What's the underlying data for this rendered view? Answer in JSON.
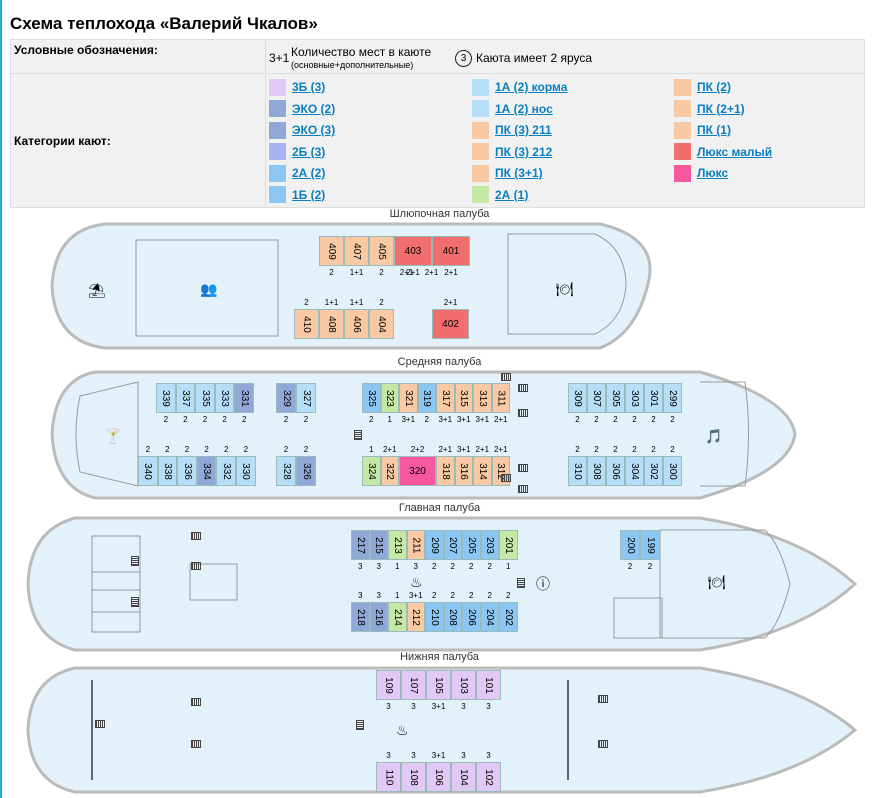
{
  "title": "Схема теплохода «Валерий Чкалов»",
  "legend": {
    "label": "Условные обозначения:",
    "places_example": "3+1",
    "places_text": "Количество мест в каюте",
    "places_sub": "(основные+дополнительные)",
    "tier_num": "3",
    "tier_text": "Каюта имеет 2 яруса"
  },
  "categories_label": "Категории кают:",
  "categories": [
    {
      "name": "3Б (3)",
      "color": "#e2c8f5"
    },
    {
      "name": "ЭКО (2)",
      "color": "#8fa8d8"
    },
    {
      "name": "ЭКО (3)",
      "color": "#8fa8d8"
    },
    {
      "name": "2Б (3)",
      "color": "#a8b3f2"
    },
    {
      "name": "2А (2)",
      "color": "#8cc6f2"
    },
    {
      "name": "1Б (2)",
      "color": "#8cc6f2"
    },
    {
      "name": "1А (2) корма",
      "color": "#b7def7"
    },
    {
      "name": "1А (2) нос",
      "color": "#b7def7"
    },
    {
      "name": "ПК (3) 211",
      "color": "#f8c9a2"
    },
    {
      "name": "ПК (3) 212",
      "color": "#f8c9a2"
    },
    {
      "name": "ПК (3+1)",
      "color": "#f8c9a2"
    },
    {
      "name": "2А (1)",
      "color": "#c5e8a5"
    },
    {
      "name": "ПК (2)",
      "color": "#f8c9a2"
    },
    {
      "name": "ПК (2+1)",
      "color": "#f8c9a2"
    },
    {
      "name": "ПК (1)",
      "color": "#f8c9a2"
    },
    {
      "name": "Люкс малый",
      "color": "#f26d6d"
    },
    {
      "name": "Люкс",
      "color": "#f5589e"
    }
  ],
  "decks": {
    "boat": "Шлюпочная палуба",
    "middle": "Средняя палуба",
    "main": "Главная палуба",
    "lower": "Нижняя палуба"
  },
  "cabins": {
    "boat_top": [
      {
        "n": "409",
        "p": "2",
        "c": "#f8c9a2"
      },
      {
        "n": "407",
        "p": "1+1",
        "c": "#f8c9a2"
      },
      {
        "n": "405",
        "p": "2",
        "c": "#f8c9a2"
      },
      {
        "n": "403",
        "p": "2+1",
        "c": "#f26d6d"
      },
      {
        "n": "401",
        "p": "2+1",
        "c": "#f26d6d"
      }
    ],
    "boat_bottom": [
      {
        "n": "410",
        "p": "2",
        "c": "#f8c9a2"
      },
      {
        "n": "408",
        "p": "1+1",
        "c": "#f8c9a2"
      },
      {
        "n": "406",
        "p": "1+1",
        "c": "#f8c9a2"
      },
      {
        "n": "404",
        "p": "2",
        "c": "#f8c9a2"
      }
    ],
    "boat_402": {
      "n": "402",
      "p": "2+1",
      "c": "#f26d6d"
    },
    "mid_top_left": [
      {
        "n": "339",
        "p": "2",
        "c": "#b7def7"
      },
      {
        "n": "337",
        "p": "2",
        "c": "#b7def7"
      },
      {
        "n": "335",
        "p": "2",
        "c": "#b7def7"
      },
      {
        "n": "333",
        "p": "2",
        "c": "#b7def7"
      },
      {
        "n": "331",
        "p": "2",
        "c": "#8fa8d8"
      }
    ],
    "mid_top_left2": [
      {
        "n": "329",
        "p": "2",
        "c": "#8fa8d8"
      },
      {
        "n": "327",
        "p": "2",
        "c": "#b7def7"
      }
    ],
    "mid_top_center": [
      {
        "n": "325",
        "p": "2",
        "c": "#8cc6f2"
      },
      {
        "n": "323",
        "p": "1",
        "c": "#c5e8a5"
      },
      {
        "n": "321",
        "p": "3+1",
        "c": "#f8c9a2"
      },
      {
        "n": "319",
        "p": "2",
        "c": "#8cc6f2"
      },
      {
        "n": "317",
        "p": "3+1",
        "c": "#f8c9a2"
      },
      {
        "n": "315",
        "p": "3+1",
        "c": "#f8c9a2"
      },
      {
        "n": "313",
        "p": "3+1",
        "c": "#f8c9a2"
      },
      {
        "n": "311",
        "p": "2+1",
        "c": "#f8c9a2"
      }
    ],
    "mid_top_right": [
      {
        "n": "309",
        "p": "2",
        "c": "#b7def7"
      },
      {
        "n": "307",
        "p": "2",
        "c": "#b7def7"
      },
      {
        "n": "305",
        "p": "2",
        "c": "#b7def7"
      },
      {
        "n": "303",
        "p": "2",
        "c": "#b7def7"
      },
      {
        "n": "301",
        "p": "2",
        "c": "#b7def7"
      },
      {
        "n": "299",
        "p": "2",
        "c": "#b7def7"
      }
    ],
    "mid_bot_left": [
      {
        "n": "340",
        "p": "2",
        "c": "#b7def7"
      },
      {
        "n": "338",
        "p": "2",
        "c": "#b7def7"
      },
      {
        "n": "336",
        "p": "2",
        "c": "#b7def7"
      },
      {
        "n": "334",
        "p": "2",
        "c": "#8fa8d8"
      },
      {
        "n": "332",
        "p": "2",
        "c": "#b7def7"
      },
      {
        "n": "330",
        "p": "2",
        "c": "#b7def7"
      }
    ],
    "mid_bot_left2": [
      {
        "n": "328",
        "p": "2",
        "c": "#b7def7"
      },
      {
        "n": "326",
        "p": "2",
        "c": "#8fa8d8"
      }
    ],
    "mid_bot_center": [
      {
        "n": "324",
        "p": "1",
        "c": "#c5e8a5"
      },
      {
        "n": "322",
        "p": "2+1",
        "c": "#f8c9a2"
      },
      {
        "n": "320",
        "p": "2+2",
        "c": "#f5589e"
      },
      {
        "n": "318",
        "p": "2+1",
        "c": "#f8c9a2"
      },
      {
        "n": "316",
        "p": "3+1",
        "c": "#f8c9a2"
      },
      {
        "n": "314",
        "p": "2+1",
        "c": "#f8c9a2"
      },
      {
        "n": "312",
        "p": "2+1",
        "c": "#f8c9a2"
      }
    ],
    "mid_bot_right": [
      {
        "n": "310",
        "p": "2",
        "c": "#b7def7"
      },
      {
        "n": "308",
        "p": "2",
        "c": "#b7def7"
      },
      {
        "n": "306",
        "p": "2",
        "c": "#b7def7"
      },
      {
        "n": "304",
        "p": "2",
        "c": "#b7def7"
      },
      {
        "n": "302",
        "p": "2",
        "c": "#b7def7"
      },
      {
        "n": "300",
        "p": "2",
        "c": "#b7def7"
      }
    ],
    "main_top": [
      {
        "n": "217",
        "p": "3",
        "c": "#8fa8d8"
      },
      {
        "n": "215",
        "p": "3",
        "c": "#8fa8d8"
      },
      {
        "n": "213",
        "p": "1",
        "c": "#c5e8a5"
      },
      {
        "n": "211",
        "p": "3",
        "c": "#f8c9a2"
      },
      {
        "n": "209",
        "p": "2",
        "c": "#8cc6f2"
      },
      {
        "n": "207",
        "p": "2",
        "c": "#8cc6f2"
      },
      {
        "n": "205",
        "p": "2",
        "c": "#8cc6f2"
      },
      {
        "n": "203",
        "p": "2",
        "c": "#8cc6f2"
      },
      {
        "n": "201",
        "p": "1",
        "c": "#c5e8a5"
      }
    ],
    "main_top_right": [
      {
        "n": "200",
        "p": "2",
        "c": "#8cc6f2"
      },
      {
        "n": "199",
        "p": "2",
        "c": "#8cc6f2"
      }
    ],
    "main_bot": [
      {
        "n": "218",
        "p": "3",
        "c": "#8fa8d8"
      },
      {
        "n": "216",
        "p": "3",
        "c": "#8fa8d8"
      },
      {
        "n": "214",
        "p": "1",
        "c": "#c5e8a5"
      },
      {
        "n": "212",
        "p": "3+1",
        "c": "#f8c9a2"
      },
      {
        "n": "210",
        "p": "2",
        "c": "#8cc6f2"
      },
      {
        "n": "208",
        "p": "2",
        "c": "#8cc6f2"
      },
      {
        "n": "206",
        "p": "2",
        "c": "#8cc6f2"
      },
      {
        "n": "204",
        "p": "2",
        "c": "#8cc6f2"
      },
      {
        "n": "202",
        "p": "2",
        "c": "#8cc6f2"
      }
    ],
    "lower_top": [
      {
        "n": "109",
        "p": "3",
        "c": "#e2c8f5"
      },
      {
        "n": "107",
        "p": "3",
        "c": "#e2c8f5"
      },
      {
        "n": "105",
        "p": "3+1",
        "c": "#e2c8f5"
      },
      {
        "n": "103",
        "p": "3",
        "c": "#e2c8f5"
      },
      {
        "n": "101",
        "p": "3",
        "c": "#e2c8f5"
      }
    ],
    "lower_bot": [
      {
        "n": "110",
        "p": "3",
        "c": "#e2c8f5"
      },
      {
        "n": "108",
        "p": "3",
        "c": "#e2c8f5"
      },
      {
        "n": "106",
        "p": "3+1",
        "c": "#e2c8f5"
      },
      {
        "n": "104",
        "p": "3",
        "c": "#e2c8f5"
      },
      {
        "n": "102",
        "p": "3",
        "c": "#e2c8f5"
      }
    ]
  },
  "icons": {
    "beach": "beach-umbrella-icon",
    "conference": "conference-icon",
    "restaurant": "restaurant-icon",
    "bar": "cocktail-icon",
    "music": "music-icon",
    "iron": "iron-icon",
    "info": "info-icon",
    "stairs": "stairs-icon"
  }
}
